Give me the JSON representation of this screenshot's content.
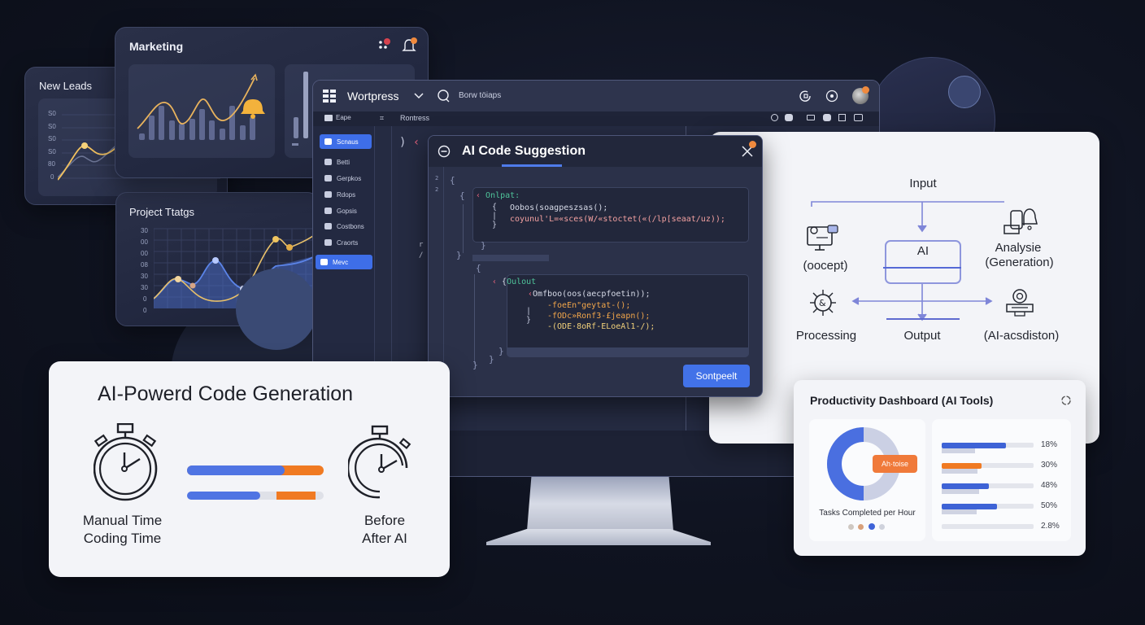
{
  "new_leads": {
    "title": "New Leads",
    "y_ticks": [
      "S0",
      "S0",
      "S0",
      "S0",
      "80",
      "0"
    ]
  },
  "marketing": {
    "title": "Marketing",
    "icons": [
      "apps-icon",
      "bell-icon"
    ]
  },
  "project_stats": {
    "title": "Project Ttatgs",
    "y_ticks": [
      "30",
      "00",
      "00",
      "08",
      "30",
      "30",
      "0",
      "0"
    ]
  },
  "monitor": {
    "app_title": "Wortpress",
    "search_placeholder": "Borw töiaps",
    "sub_title": "Rontress",
    "sidebar_header": "Eape",
    "sidebar": [
      {
        "label": "Scnaus",
        "active": true
      },
      {
        "label": "Betti",
        "active": false
      },
      {
        "label": "Gerpkos",
        "active": false
      },
      {
        "label": "Rdops",
        "active": false
      },
      {
        "label": "Gopsis",
        "active": false
      },
      {
        "label": "Costbons",
        "active": false
      },
      {
        "label": "Craorts",
        "active": false
      },
      {
        "label": "Mevc",
        "active": true
      }
    ]
  },
  "dialog": {
    "title": "AI Code Suggestion",
    "block1_label": "Onlpat:",
    "block1_lines": [
      "Oobos(soagpeszsas();",
      "coyunul'L=«sces(W/«stoctet(«(/lp[seaat/uz));"
    ],
    "block2_label": "Oulout",
    "block2_lines": [
      "Omfboo(oos(aecpfoetin));",
      "-foeEn\"geytat-();",
      "-fODc»Ronf3-£jeapn();",
      "-(ODE·8oRf-ELoeAl1-/);"
    ],
    "action_button": "Sontpeelt"
  },
  "diagram": {
    "input": "Input",
    "ai": "AI",
    "concept": "(oocept)",
    "analysis": "Analysie",
    "generation": "(Generation)",
    "processing": "Processing",
    "output": "Output",
    "assistant": "(AI-acsdiston)"
  },
  "productivity": {
    "title": "Productivity Dashboard (AI Tools)",
    "donut_badge": "Ah·toise",
    "donut_caption": "Tasks Completed per Hour",
    "bars": [
      {
        "pct": "18%",
        "fill": 0.7,
        "sub": 0.36,
        "color": "#3e63d6"
      },
      {
        "pct": "30%",
        "fill": 0.43,
        "sub": 0.39,
        "color": "#f07a22"
      },
      {
        "pct": "48%",
        "fill": 0.51,
        "sub": 0.41,
        "color": "#3e63d6"
      },
      {
        "pct": "50%",
        "fill": 0.6,
        "sub": 0.38,
        "color": "#3e63d6"
      },
      {
        "pct": "2.8%",
        "fill": 0.0,
        "sub": 0.0,
        "color": "#3e63d6"
      }
    ]
  },
  "code_generation": {
    "title": "AI-Powerd Code Generation",
    "left_label_1": "Manual Time",
    "left_label_2": "Coding Time",
    "right_label_1": "Before",
    "right_label_2": "After AI"
  },
  "colors": {
    "accent_blue": "#3e6ee8",
    "accent_orange": "#f07a22",
    "gold": "#f2b84b"
  }
}
